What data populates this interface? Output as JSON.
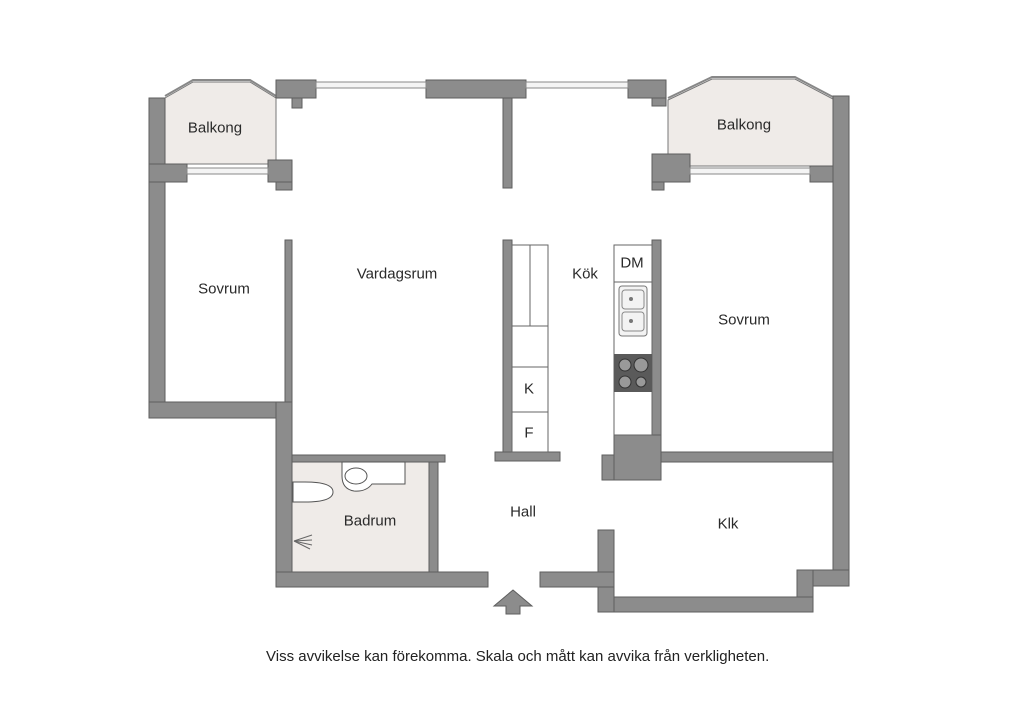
{
  "colors": {
    "wall": "#8c8c8c",
    "wall_outline": "#5e5e5e",
    "balcony_floor": "#efebe8",
    "bathroom_floor": "#efebe8",
    "floor": "#ffffff",
    "stove": "#5a5a5a"
  },
  "rooms": {
    "balkong_left": "Balkong",
    "balkong_right": "Balkong",
    "sovrum_left": "Sovrum",
    "vardagsrum": "Vardagsrum",
    "kok": "Kök",
    "sovrum_right": "Sovrum",
    "badrum": "Badrum",
    "hall": "Hall",
    "klk": "Klk"
  },
  "fixtures": {
    "dishwasher": "DM",
    "fridge": "K",
    "freezer": "F"
  },
  "icons": {
    "entrance": "entrance-arrow-icon",
    "sink": "sink-icon",
    "toilet": "toilet-icon",
    "shower": "shower-icon",
    "stove": "stove-icon",
    "kitchen_sink": "kitchen-sink-icon"
  },
  "disclaimer": "Viss avvikelse kan förekomma. Skala och mått kan avvika från verkligheten."
}
